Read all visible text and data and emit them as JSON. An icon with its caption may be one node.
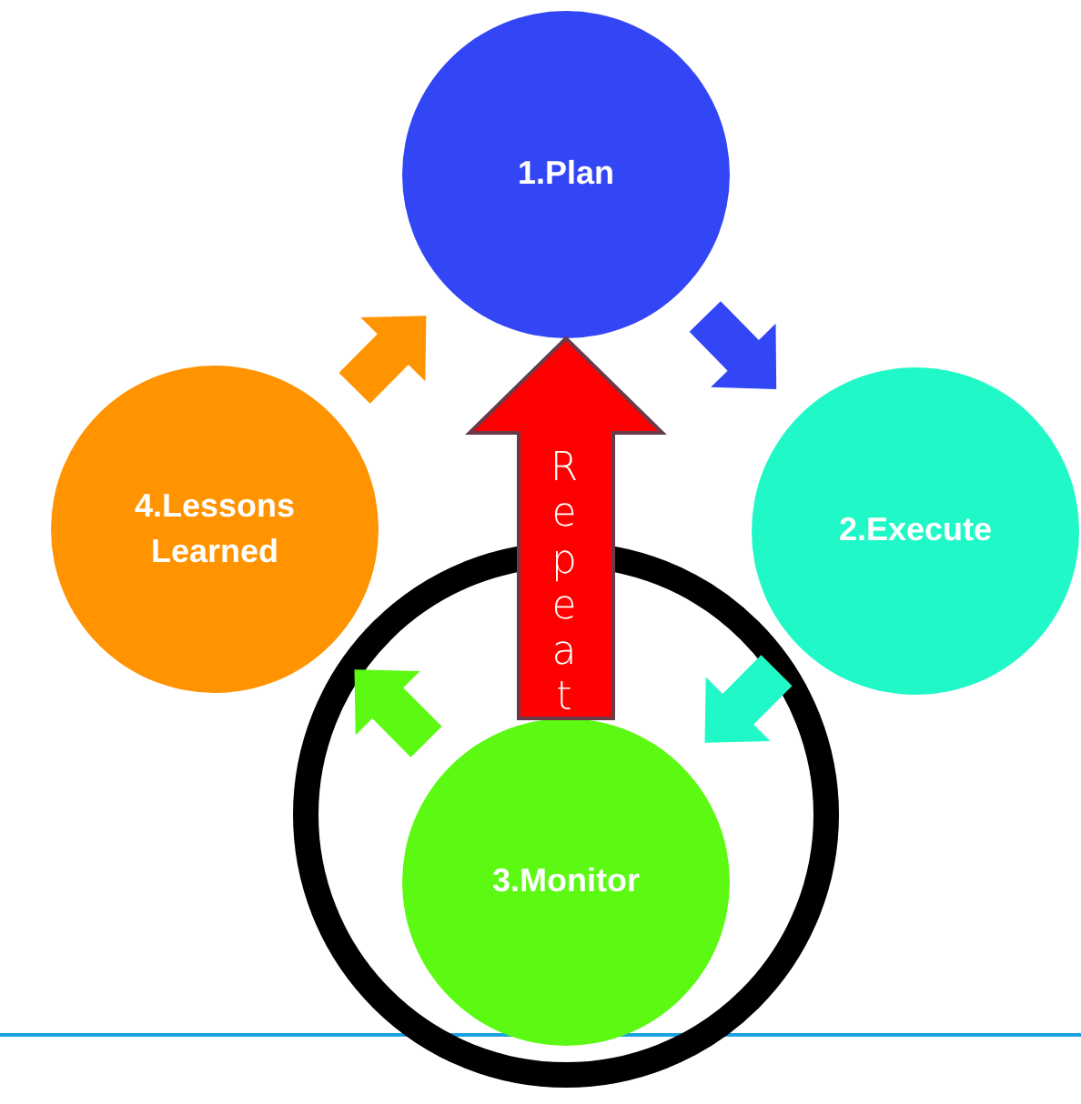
{
  "diagram": {
    "nodes": [
      {
        "text": [
          "1.Plan"
        ]
      },
      {
        "text": [
          "2.Execute"
        ]
      },
      {
        "text": [
          "3.Monitor"
        ]
      },
      {
        "text": [
          "4.Lessons Learned"
        ]
      }
    ],
    "edges": [
      {
        "from": 0,
        "to": 1,
        "arrow": "to",
        "style": "thick",
        "color": "#3346f5"
      },
      {
        "from": 1,
        "to": 2,
        "arrow": "to",
        "style": "thick",
        "color": "#20f8c8"
      },
      {
        "from": 2,
        "to": 3,
        "arrow": "to",
        "style": "thick",
        "color": "#5cf913"
      },
      {
        "from": 3,
        "to": 0,
        "arrow": "to",
        "style": "thick",
        "color": "#ff9300"
      },
      {
        "from": 2,
        "to": 0,
        "arrow": "to",
        "style": "thick",
        "color": "#ff0000",
        "label": "Repeat"
      }
    ]
  }
}
